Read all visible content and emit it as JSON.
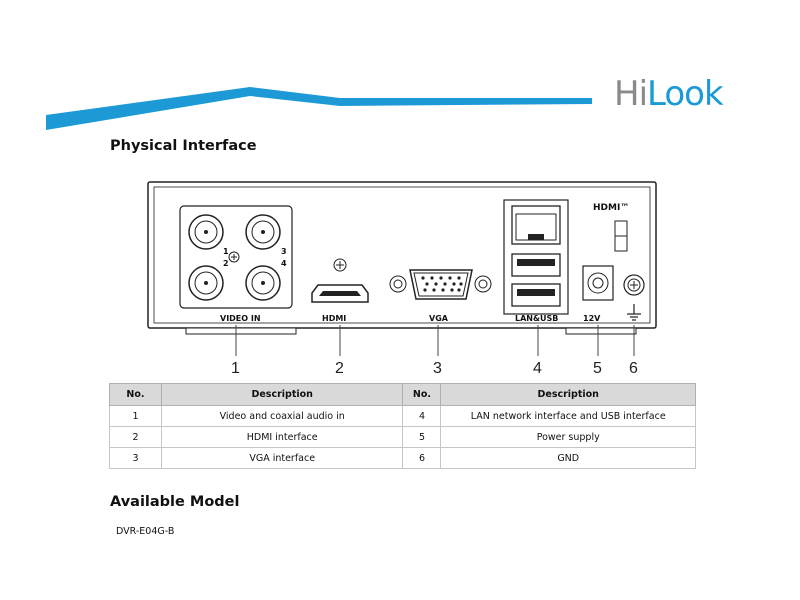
{
  "brand": {
    "logo_hi": "Hi",
    "logo_look": "Look",
    "accent": "#1a9ad6"
  },
  "sections": {
    "physical_interface": "Physical Interface",
    "available_model": "Available Model"
  },
  "device": {
    "labels": {
      "video_in": "VIDEO IN",
      "hdmi": "HDMI",
      "vga": "VGA",
      "lan_usb": "LAN&USB",
      "power": "12V",
      "hdmi_logo": "HDMI™"
    },
    "bnc_numbers": [
      "1",
      "2",
      "3",
      "4"
    ],
    "callouts": [
      "1",
      "2",
      "3",
      "4",
      "5",
      "6"
    ]
  },
  "table": {
    "headers": [
      "No.",
      "Description",
      "No.",
      "Description"
    ],
    "rows": [
      [
        "1",
        "Video and coaxial audio in",
        "4",
        "LAN network interface and USB interface"
      ],
      [
        "2",
        "HDMI interface",
        "5",
        "Power supply"
      ],
      [
        "3",
        "VGA interface",
        "6",
        "GND"
      ]
    ]
  },
  "model": "DVR-E04G-B"
}
